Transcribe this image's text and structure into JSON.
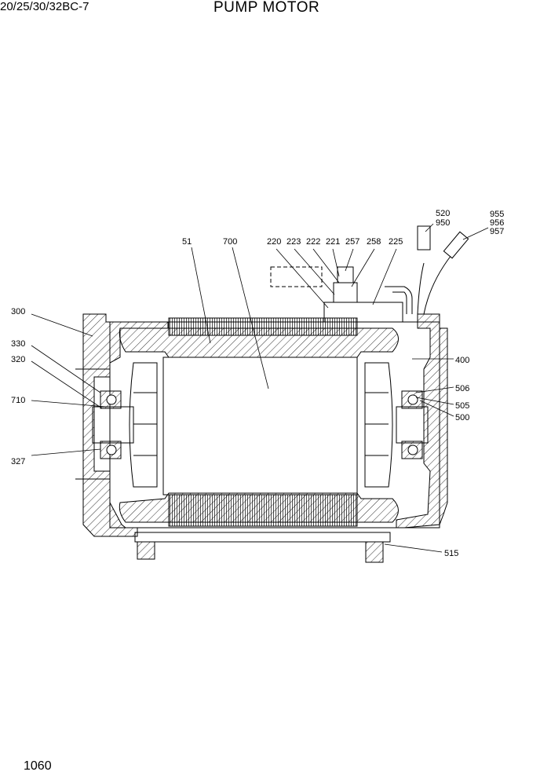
{
  "header": {
    "model": "20/25/30/32BC-7",
    "title": "PUMP MOTOR"
  },
  "page_number": "1060",
  "part_labels": {
    "p51": "51",
    "p700": "700",
    "p220": "220",
    "p223": "223",
    "p222": "222",
    "p221": "221",
    "p257": "257",
    "p258": "258",
    "p225": "225",
    "p520": "520",
    "p950": "950",
    "p955": "955",
    "p956": "956",
    "p957": "957",
    "p300": "300",
    "p330": "330",
    "p320": "320",
    "p710": "710",
    "p327": "327",
    "p400": "400",
    "p506": "506",
    "p505": "505",
    "p500": "500",
    "p515": "515"
  }
}
